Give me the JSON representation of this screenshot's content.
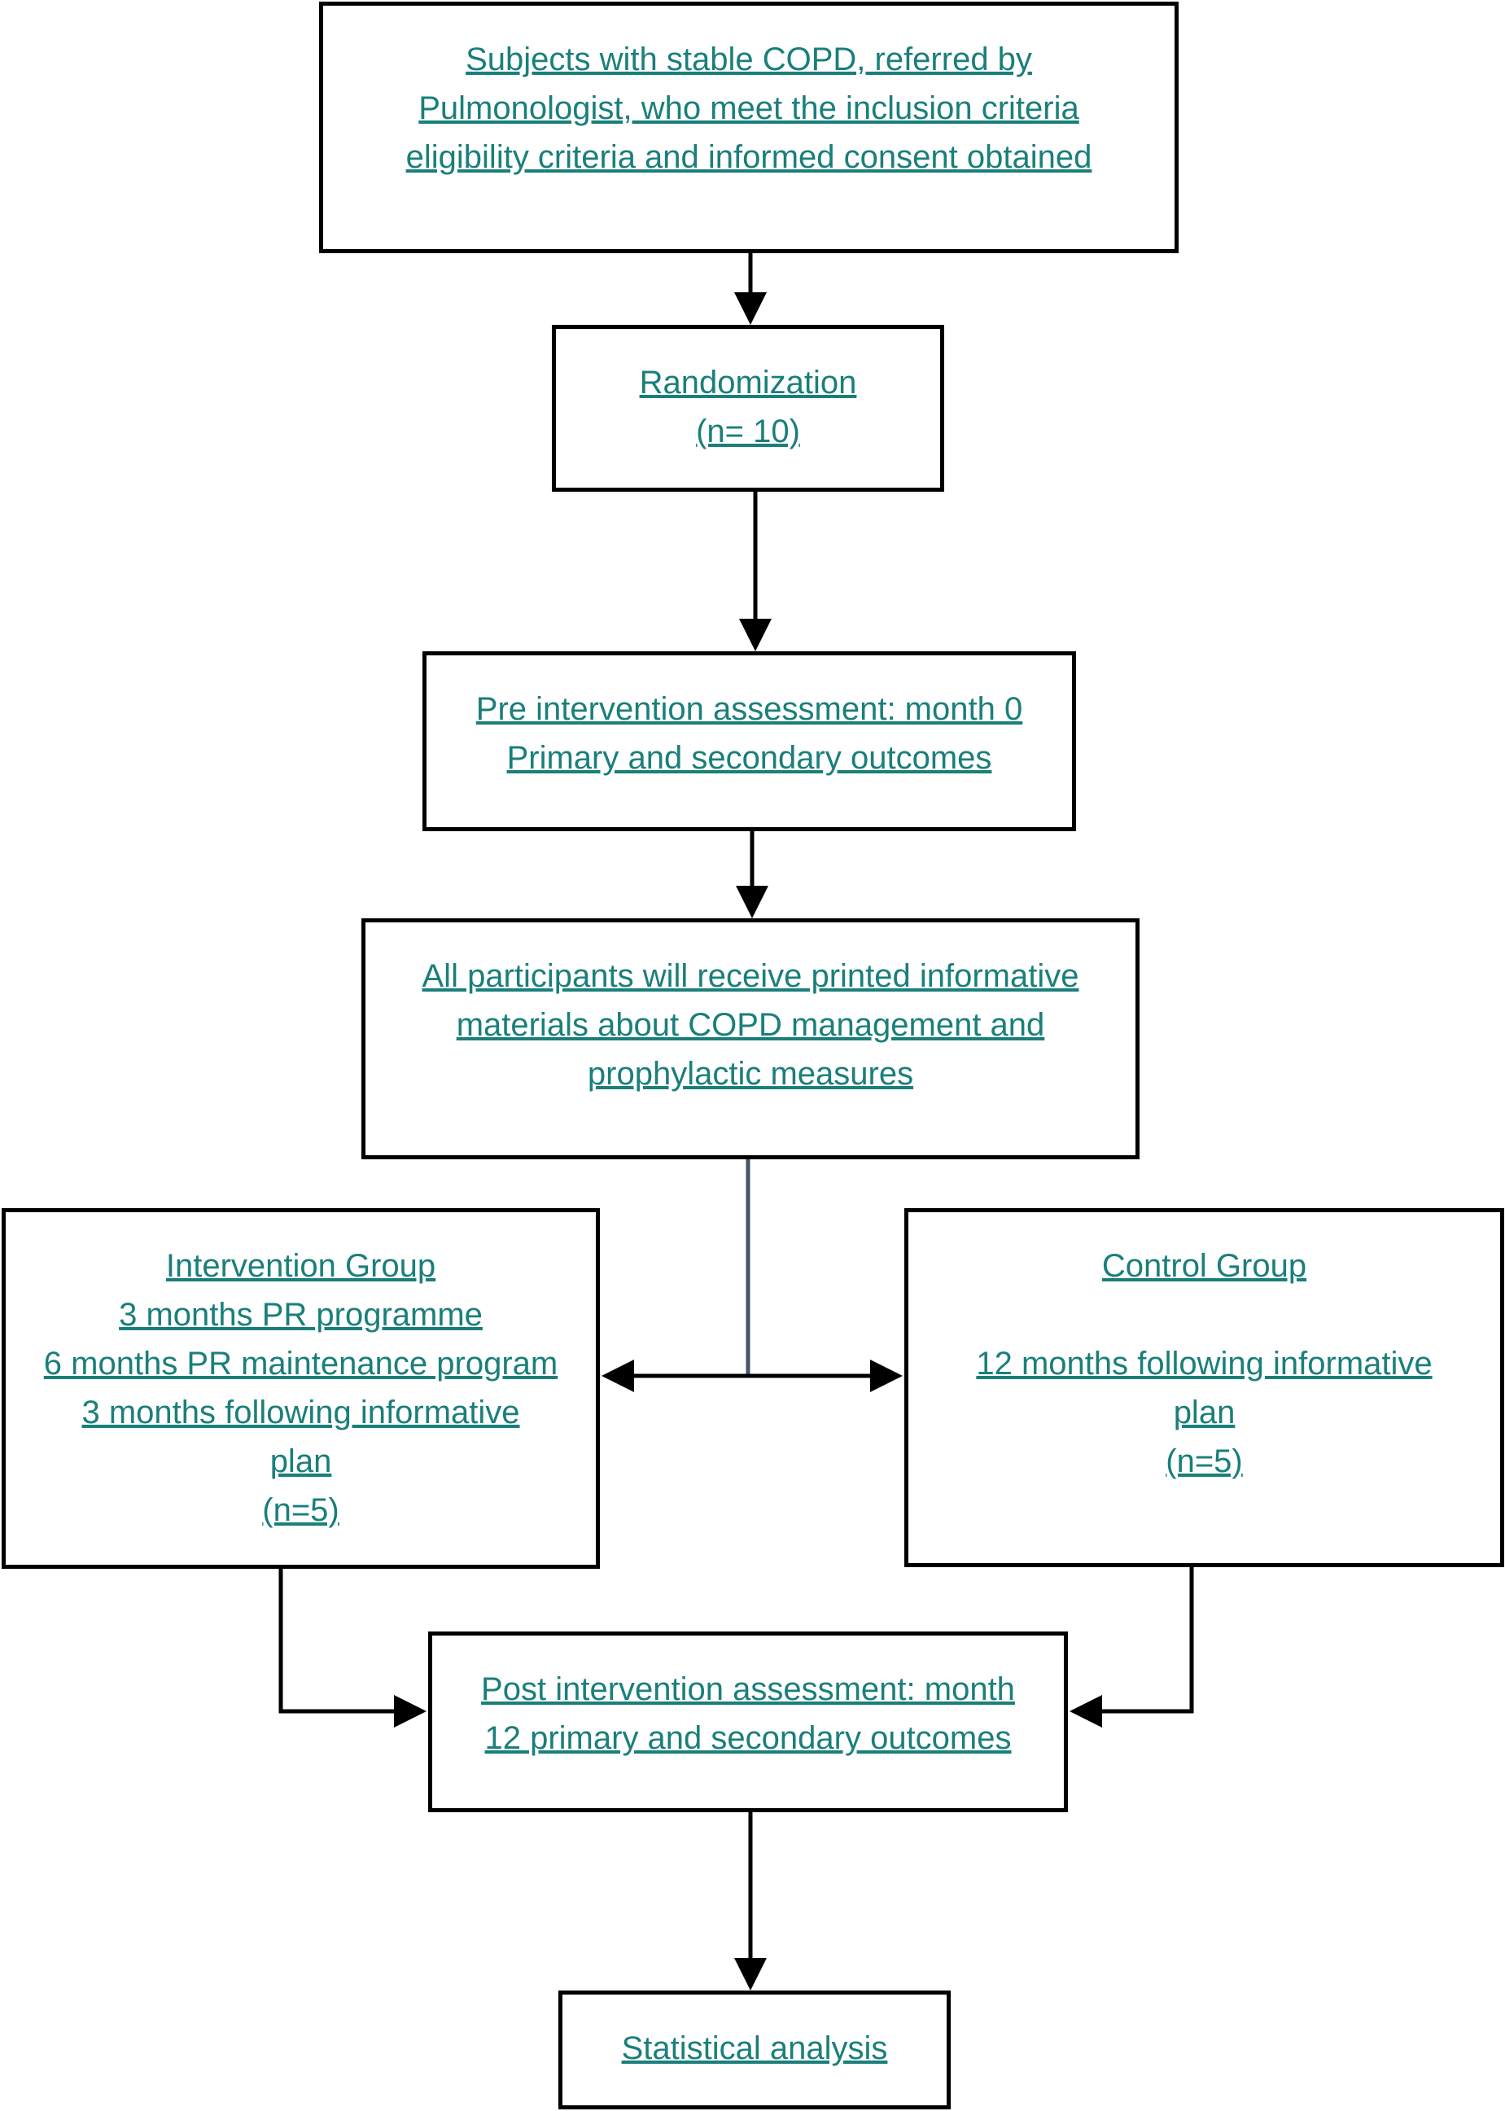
{
  "colors": {
    "text": "#1a7f7a",
    "box_border": "#000000",
    "arrow": "#000000",
    "connector": "#44546a"
  },
  "boxes": {
    "subjects": {
      "lines": [
        "Subjects with stable COPD, referred by",
        "Pulmonologist, who meet the inclusion criteria",
        "eligibility criteria and informed consent obtained"
      ]
    },
    "randomization": {
      "lines": [
        "Randomization",
        "(n= 10)"
      ]
    },
    "pre_assessment": {
      "lines": [
        "Pre intervention assessment: month 0",
        "Primary and secondary outcomes"
      ]
    },
    "all_participants": {
      "lines": [
        "All participants will receive printed informative",
        "materials about COPD management and",
        "prophylactic measures"
      ]
    },
    "intervention_group": {
      "lines": [
        "Intervention Group",
        "3 months PR programme",
        "6 months PR maintenance program",
        "3 months following informative",
        "plan",
        "(n=5)"
      ]
    },
    "control_group": {
      "lines": [
        "Control Group",
        "",
        "12 months following informative",
        "plan",
        "(n=5)",
        ""
      ]
    },
    "post_assessment": {
      "lines": [
        "Post intervention assessment: month",
        "12 primary and secondary outcomes"
      ]
    },
    "statistical_analysis": {
      "lines": [
        "Statistical analysis"
      ]
    }
  }
}
